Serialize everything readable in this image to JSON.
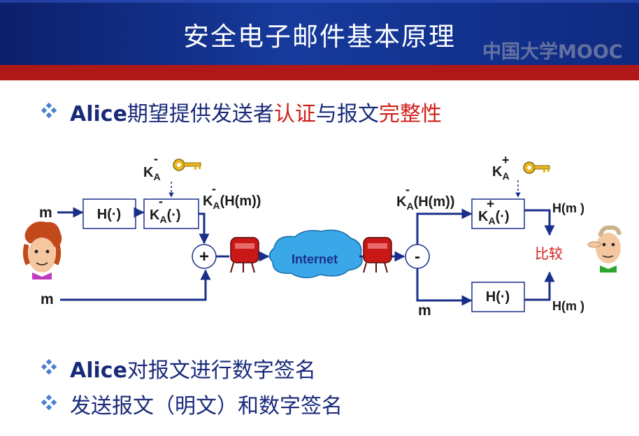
{
  "slide": {
    "title": "安全电子邮件基本原理",
    "watermark": "中国大学MOOC"
  },
  "bullets": [
    {
      "parts": [
        {
          "text": "Alice",
          "style": "bold"
        },
        {
          "text": "期望提供发送者",
          "style": "normal"
        },
        {
          "text": "认证",
          "style": "red"
        },
        {
          "text": "与报文",
          "style": "normal"
        },
        {
          "text": "完整性",
          "style": "red"
        }
      ]
    },
    {
      "parts": [
        {
          "text": "Alice",
          "style": "bold"
        },
        {
          "text": "对报文进行数字签名",
          "style": "normal"
        }
      ]
    },
    {
      "parts": [
        {
          "text": "发送报文（明文）和数字签名",
          "style": "normal"
        }
      ]
    }
  ],
  "diagram": {
    "sender": {
      "m_top": "m",
      "m_bottom": "m",
      "hash_box": "H(·)",
      "sign_box": {
        "base": "K",
        "sup": "-",
        "sub": "A",
        "tail": "(·)"
      },
      "key_label": {
        "base": "K",
        "sup": "-",
        "sub": "A"
      },
      "signature_label": {
        "base": "K",
        "sup": "-",
        "sub": "A",
        "tail": "(H(m))"
      },
      "plus_symbol": "+"
    },
    "network": {
      "cloud_label": "Internet"
    },
    "receiver": {
      "minus_symbol": "-",
      "signature_label": {
        "base": "K",
        "sup": "-",
        "sub": "A",
        "tail": "(H(m))"
      },
      "verify_box": {
        "base": "K",
        "sup": "+",
        "sub": "A",
        "tail": "(·)"
      },
      "key_label": {
        "base": "K",
        "sup": "+",
        "sub": "A"
      },
      "hash_box": "H(·)",
      "hm_top": "H(m )",
      "hm_bottom": "H(m )",
      "m_label": "m",
      "compare": "比较"
    },
    "colors": {
      "arrow": "#1a2f8a",
      "box": "#1a2f8a",
      "cloud": "#3aa8e8",
      "compare": "#d0201a",
      "key": "#e8b820"
    }
  }
}
